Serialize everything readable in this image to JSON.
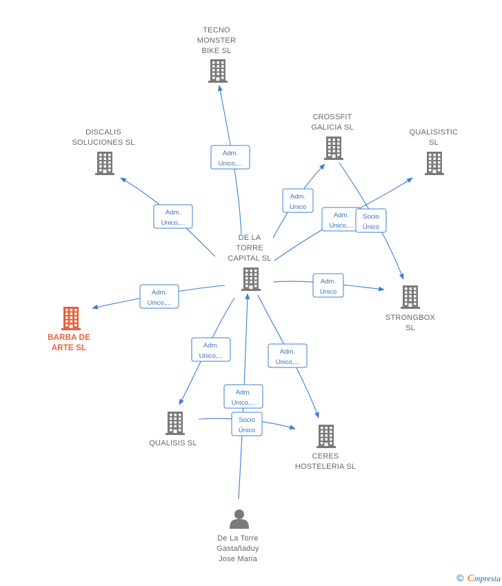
{
  "colors": {
    "edge": "#3b7dd8",
    "node": "#7a7a7a",
    "focus": "#e8603c",
    "label": "#666666"
  },
  "nodes": [
    {
      "id": "tecno",
      "type": "company",
      "lines": [
        "TECNO",
        "MONSTER",
        "BIKE  SL"
      ]
    },
    {
      "id": "discalis",
      "type": "company",
      "lines": [
        "DISCALIS",
        "SOLUCIONES SL"
      ]
    },
    {
      "id": "crossfit",
      "type": "company",
      "lines": [
        "CROSSFIT",
        "GALICIA SL"
      ]
    },
    {
      "id": "qualisistic",
      "type": "company",
      "lines": [
        "QUALISISTIC",
        "SL"
      ]
    },
    {
      "id": "delatorre",
      "type": "company",
      "lines": [
        "DE LA",
        "TORRE",
        "CAPITAL  SL"
      ]
    },
    {
      "id": "strongbox",
      "type": "company",
      "lines": [
        "STRONGBOX",
        "SL"
      ]
    },
    {
      "id": "barba",
      "type": "company",
      "focus": true,
      "lines": [
        "BARBA DE",
        "ARTE  SL"
      ]
    },
    {
      "id": "qualisis",
      "type": "company",
      "lines": [
        "QUALISIS SL"
      ]
    },
    {
      "id": "ceres",
      "type": "company",
      "lines": [
        "CERES",
        "HOSTELERIA SL"
      ]
    },
    {
      "id": "jose",
      "type": "person",
      "lines": [
        "De La Torre",
        "Gastañaduy",
        "Jose Maria"
      ]
    }
  ],
  "edges": [
    {
      "from": "delatorre",
      "to": "tecno",
      "label": [
        "Adm.",
        "Unico,..."
      ]
    },
    {
      "from": "delatorre",
      "to": "discalis",
      "label": [
        "Adm.",
        "Unico,..."
      ]
    },
    {
      "from": "delatorre",
      "to": "crossfit",
      "label": [
        "Adm.",
        "Unico"
      ]
    },
    {
      "from": "delatorre",
      "to": "qualisistic",
      "label": [
        "Adm.",
        "Unico,..."
      ]
    },
    {
      "from": "crossfit",
      "to": "strongbox",
      "label": [
        "Socio",
        "Único"
      ]
    },
    {
      "from": "delatorre",
      "to": "strongbox",
      "label": [
        "Adm.",
        "Unico"
      ]
    },
    {
      "from": "delatorre",
      "to": "barba",
      "label": [
        "Adm.",
        "Unico,..."
      ]
    },
    {
      "from": "delatorre",
      "to": "qualisis",
      "label": [
        "Adm.",
        "Unico,..."
      ]
    },
    {
      "from": "delatorre",
      "to": "ceres",
      "label": [
        "Adm.",
        "Unico,..."
      ]
    },
    {
      "from": "jose",
      "to": "delatorre",
      "label": [
        "Adm.",
        "Unico,..."
      ]
    },
    {
      "from": "qualisis",
      "to": "ceres",
      "label": [
        "Socio",
        "Único"
      ]
    }
  ],
  "footer": {
    "copyright_symbol": "©",
    "brand_initial": "C",
    "brand_rest": "mpresia"
  }
}
